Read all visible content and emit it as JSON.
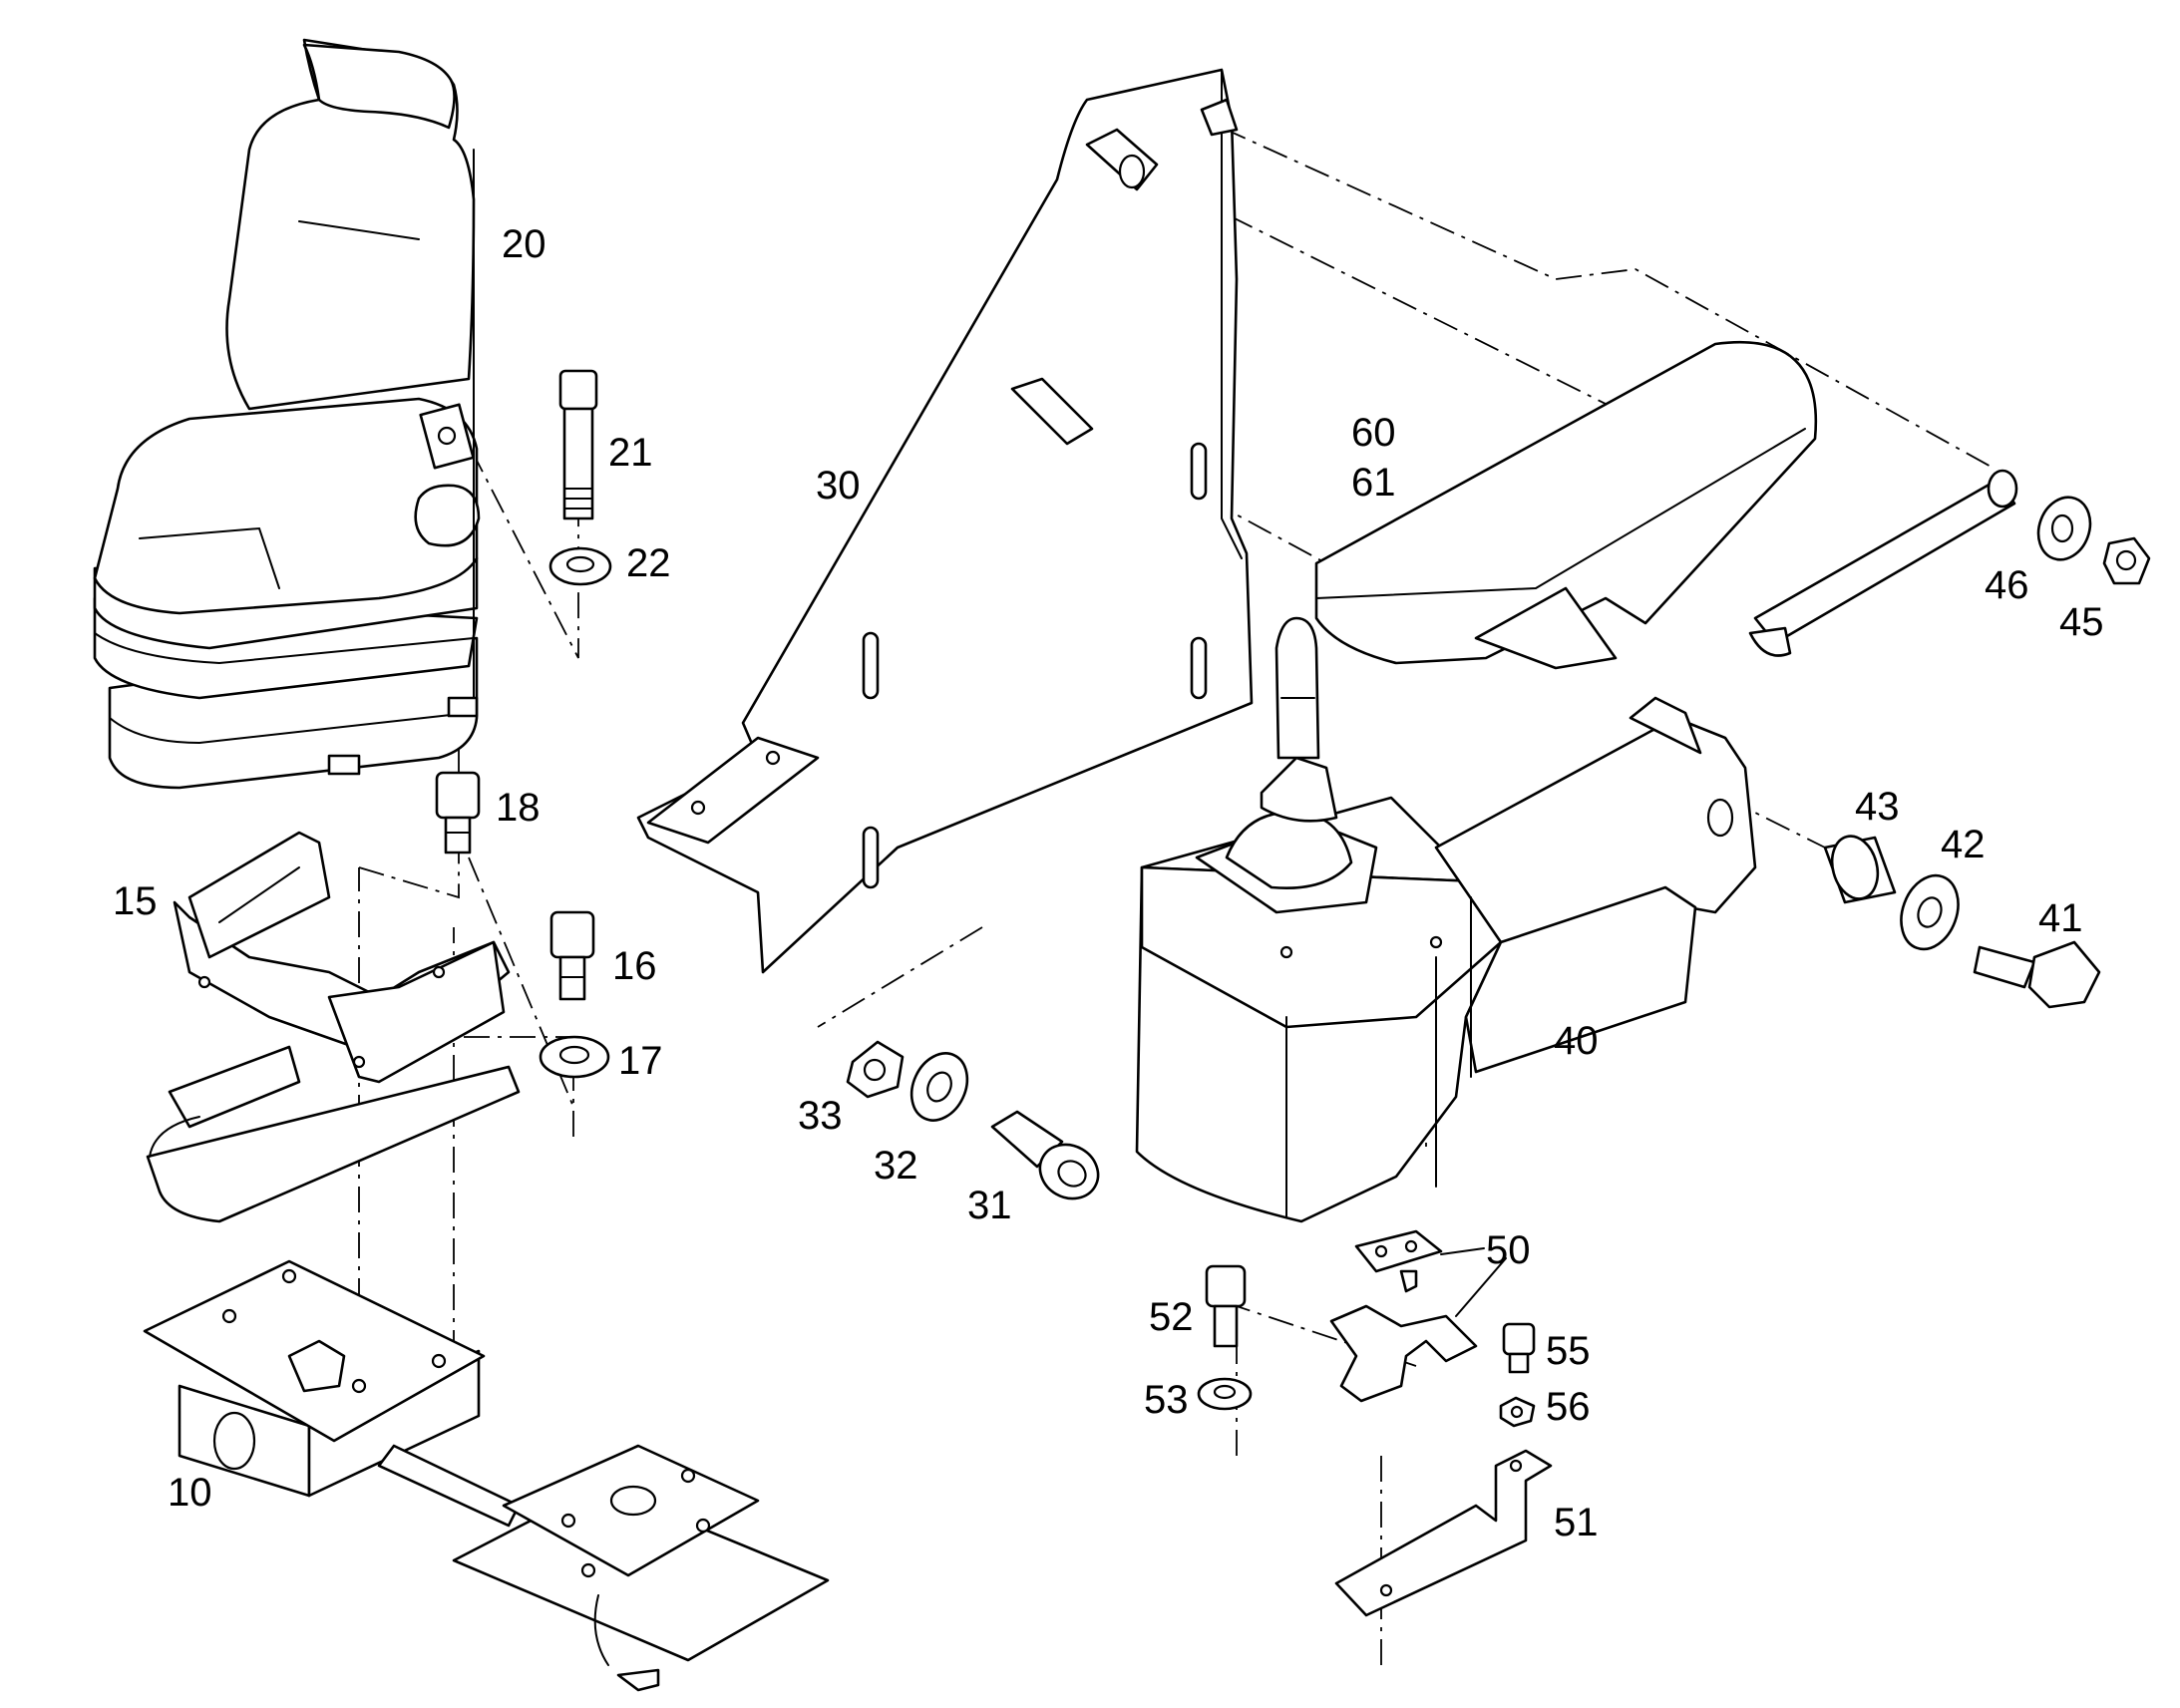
{
  "colors": {
    "background": "#ffffff",
    "ink": "#000000"
  },
  "callouts": {
    "p10": "10",
    "p15": "15",
    "p16": "16",
    "p17": "17",
    "p18": "18",
    "p20": "20",
    "p21": "21",
    "p22": "22",
    "p30": "30",
    "p31": "31",
    "p32": "32",
    "p33": "33",
    "p40": "40",
    "p41": "41",
    "p42": "42",
    "p43": "43",
    "p45": "45",
    "p46": "46",
    "p50": "50",
    "p51": "51",
    "p52": "52",
    "p53": "53",
    "p55": "55",
    "p56": "56",
    "p60": "60",
    "p61": "61"
  }
}
